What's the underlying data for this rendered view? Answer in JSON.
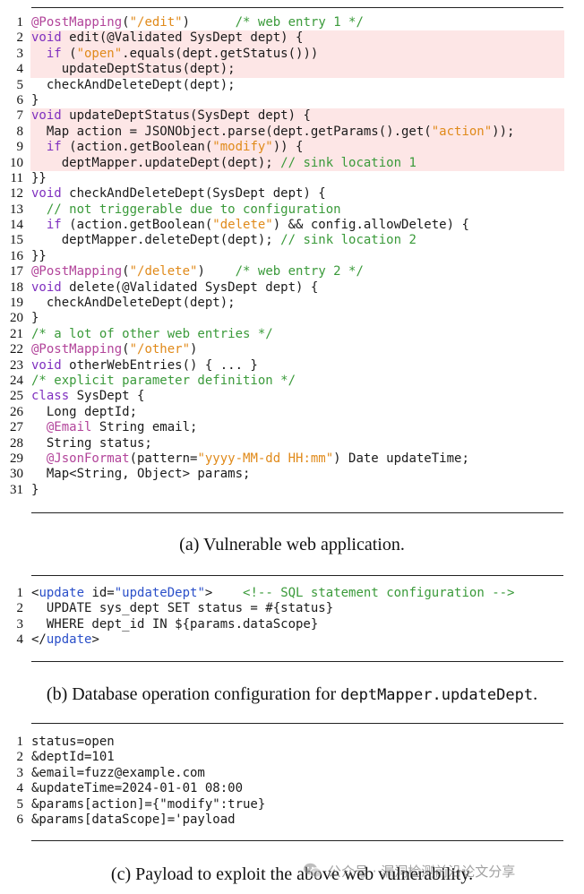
{
  "figure_a": {
    "caption": "(a) Vulnerable web application.",
    "lines": [
      {
        "n": "1",
        "hl": false,
        "tokens": [
          [
            "ann",
            "@PostMapping"
          ],
          [
            "pl",
            "("
          ],
          [
            "str",
            "\"/edit\""
          ],
          [
            "pl",
            ")      "
          ],
          [
            "cmt",
            "/* web entry 1 */"
          ]
        ]
      },
      {
        "n": "2",
        "hl": true,
        "tokens": [
          [
            "kw",
            "void"
          ],
          [
            "pl",
            " edit(@Validated SysDept dept) {"
          ]
        ]
      },
      {
        "n": "3",
        "hl": true,
        "tokens": [
          [
            "pl",
            "  "
          ],
          [
            "kw",
            "if"
          ],
          [
            "pl",
            " ("
          ],
          [
            "str",
            "\"open\""
          ],
          [
            "pl",
            ".equals(dept.getStatus())) "
          ]
        ]
      },
      {
        "n": "4",
        "hl": true,
        "tokens": [
          [
            "pl",
            "    updateDeptStatus(dept);"
          ]
        ]
      },
      {
        "n": "5",
        "hl": false,
        "tokens": [
          [
            "pl",
            "  checkAndDeleteDept(dept);"
          ]
        ]
      },
      {
        "n": "6",
        "hl": false,
        "tokens": [
          [
            "pl",
            "}"
          ]
        ]
      },
      {
        "n": "7",
        "hl": true,
        "tokens": [
          [
            "kw",
            "void"
          ],
          [
            "pl",
            " updateDeptStatus(SysDept dept) {"
          ]
        ]
      },
      {
        "n": "8",
        "hl": true,
        "tokens": [
          [
            "pl",
            "  Map action = JSONObject.parse(dept.getParams().get("
          ],
          [
            "str",
            "\"action\""
          ],
          [
            "pl",
            "));"
          ]
        ]
      },
      {
        "n": "9",
        "hl": true,
        "tokens": [
          [
            "pl",
            "  "
          ],
          [
            "kw",
            "if"
          ],
          [
            "pl",
            " (action.getBoolean("
          ],
          [
            "str",
            "\"modify\""
          ],
          [
            "pl",
            ")) {"
          ]
        ]
      },
      {
        "n": "10",
        "hl": true,
        "tokens": [
          [
            "pl",
            "    deptMapper.updateDept(dept); "
          ],
          [
            "cmt",
            "// sink location 1"
          ]
        ]
      },
      {
        "n": "11",
        "hl": false,
        "tokens": [
          [
            "pl",
            "}}"
          ]
        ]
      },
      {
        "n": "12",
        "hl": false,
        "tokens": [
          [
            "kw",
            "void"
          ],
          [
            "pl",
            " checkAndDeleteDept(SysDept dept) {"
          ]
        ]
      },
      {
        "n": "13",
        "hl": false,
        "tokens": [
          [
            "pl",
            "  "
          ],
          [
            "cmt",
            "// not triggerable due to configuration"
          ]
        ]
      },
      {
        "n": "14",
        "hl": false,
        "tokens": [
          [
            "pl",
            "  "
          ],
          [
            "kw",
            "if"
          ],
          [
            "pl",
            " (action.getBoolean("
          ],
          [
            "str",
            "\"delete\""
          ],
          [
            "pl",
            ") && config.allowDelete) {"
          ]
        ]
      },
      {
        "n": "15",
        "hl": false,
        "tokens": [
          [
            "pl",
            "    deptMapper.deleteDept(dept); "
          ],
          [
            "cmt",
            "// sink location 2"
          ]
        ]
      },
      {
        "n": "16",
        "hl": false,
        "tokens": [
          [
            "pl",
            "}}"
          ]
        ]
      },
      {
        "n": "17",
        "hl": false,
        "tokens": [
          [
            "ann",
            "@PostMapping"
          ],
          [
            "pl",
            "("
          ],
          [
            "str",
            "\"/delete\""
          ],
          [
            "pl",
            ")    "
          ],
          [
            "cmt",
            "/* web entry 2 */"
          ]
        ]
      },
      {
        "n": "18",
        "hl": false,
        "tokens": [
          [
            "kw",
            "void"
          ],
          [
            "pl",
            " delete(@Validated SysDept dept) {"
          ]
        ]
      },
      {
        "n": "19",
        "hl": false,
        "tokens": [
          [
            "pl",
            "  checkAndDeleteDept(dept);"
          ]
        ]
      },
      {
        "n": "20",
        "hl": false,
        "tokens": [
          [
            "pl",
            "}"
          ]
        ]
      },
      {
        "n": "21",
        "hl": false,
        "tokens": [
          [
            "cmt",
            "/* a lot of other web entries */"
          ]
        ]
      },
      {
        "n": "22",
        "hl": false,
        "tokens": [
          [
            "ann",
            "@PostMapping"
          ],
          [
            "pl",
            "("
          ],
          [
            "str",
            "\"/other\""
          ],
          [
            "pl",
            ")"
          ]
        ]
      },
      {
        "n": "23",
        "hl": false,
        "tokens": [
          [
            "kw",
            "void"
          ],
          [
            "pl",
            " otherWebEntries() { ... }"
          ]
        ]
      },
      {
        "n": "24",
        "hl": false,
        "tokens": [
          [
            "cmt",
            "/* explicit parameter definition */"
          ]
        ]
      },
      {
        "n": "25",
        "hl": false,
        "tokens": [
          [
            "kw",
            "class"
          ],
          [
            "pl",
            " SysDept {"
          ]
        ]
      },
      {
        "n": "26",
        "hl": false,
        "tokens": [
          [
            "pl",
            "  Long deptId;"
          ]
        ]
      },
      {
        "n": "27",
        "hl": false,
        "tokens": [
          [
            "pl",
            "  "
          ],
          [
            "ann",
            "@Email"
          ],
          [
            "pl",
            " String email;"
          ]
        ]
      },
      {
        "n": "28",
        "hl": false,
        "tokens": [
          [
            "pl",
            "  String status;"
          ]
        ]
      },
      {
        "n": "29",
        "hl": false,
        "tokens": [
          [
            "pl",
            "  "
          ],
          [
            "ann",
            "@JsonFormat"
          ],
          [
            "pl",
            "(pattern="
          ],
          [
            "str",
            "\"yyyy-MM-dd HH:mm\""
          ],
          [
            "pl",
            ") Date updateTime;"
          ]
        ]
      },
      {
        "n": "30",
        "hl": false,
        "tokens": [
          [
            "pl",
            "  Map<String, Object> params;"
          ]
        ]
      },
      {
        "n": "31",
        "hl": false,
        "tokens": [
          [
            "pl",
            "}"
          ]
        ]
      }
    ]
  },
  "figure_b": {
    "caption_prefix": "(b) Database operation configuration for ",
    "caption_code": "deptMapper.updateDept",
    "caption_suffix": ".",
    "lines": [
      {
        "n": "1",
        "hl": false,
        "tokens": [
          [
            "pl",
            "<"
          ],
          [
            "tag",
            "update"
          ],
          [
            "pl",
            " id="
          ],
          [
            "tag",
            "\"updateDept\""
          ],
          [
            "pl",
            ">    "
          ],
          [
            "cmt",
            "<!-- SQL statement configuration -->"
          ]
        ]
      },
      {
        "n": "2",
        "hl": false,
        "tokens": [
          [
            "pl",
            "  UPDATE sys_dept SET status = #{status}"
          ]
        ]
      },
      {
        "n": "3",
        "hl": false,
        "tokens": [
          [
            "pl",
            "  WHERE dept_id IN ${params.dataScope}"
          ]
        ]
      },
      {
        "n": "4",
        "hl": false,
        "tokens": [
          [
            "pl",
            "</"
          ],
          [
            "tag",
            "update"
          ],
          [
            "pl",
            ">"
          ]
        ]
      }
    ]
  },
  "figure_c": {
    "caption": "(c) Payload to exploit the above web vulnerability.",
    "lines": [
      {
        "n": "1",
        "hl": false,
        "tokens": [
          [
            "pl",
            "status=open"
          ]
        ]
      },
      {
        "n": "2",
        "hl": false,
        "tokens": [
          [
            "pl",
            "&deptId=101"
          ]
        ]
      },
      {
        "n": "3",
        "hl": false,
        "tokens": [
          [
            "pl",
            "&email=fuzz@example.com"
          ]
        ]
      },
      {
        "n": "4",
        "hl": false,
        "tokens": [
          [
            "pl",
            "&updateTime=2024-01-01 08:00"
          ]
        ]
      },
      {
        "n": "5",
        "hl": false,
        "tokens": [
          [
            "pl",
            "&params[action]={\"modify\":true}"
          ]
        ]
      },
      {
        "n": "6",
        "hl": false,
        "tokens": [
          [
            "pl",
            "&params[dataScope]='payload"
          ]
        ]
      }
    ]
  },
  "watermark": {
    "text": "公众号 · 漏洞检测前沿论文分享",
    "icon": "wechat-icon"
  }
}
